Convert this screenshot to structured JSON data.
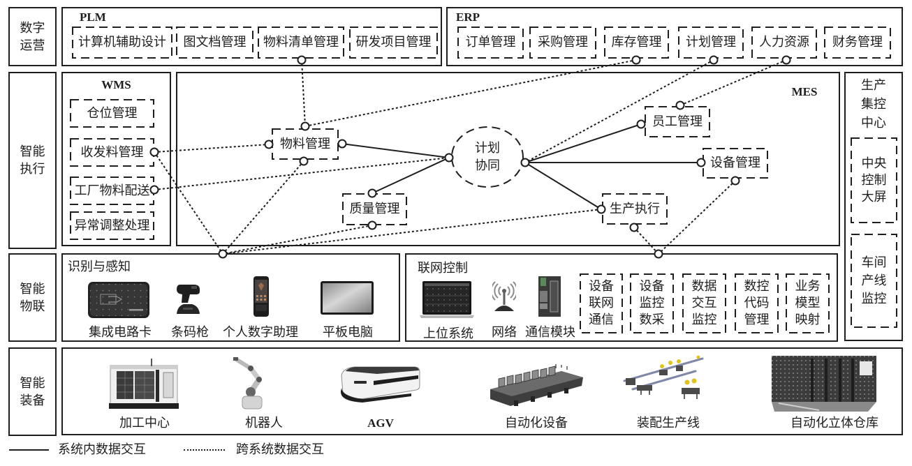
{
  "colors": {
    "stroke": "#1e1e1e",
    "text": "#1e1e1e",
    "background": "#ffffff"
  },
  "layers": [
    {
      "id": "digital-operations",
      "label": "数字\n运营"
    },
    {
      "id": "smart-execution",
      "label": "智能\n执行"
    },
    {
      "id": "smart-iot",
      "label": "智能\n物联"
    },
    {
      "id": "smart-equipment",
      "label": "智能\n装备"
    }
  ],
  "plm": {
    "title": "PLM",
    "modules": [
      {
        "id": "cad",
        "label": "计算机辅助设计"
      },
      {
        "id": "document",
        "label": "图文档管理"
      },
      {
        "id": "bom",
        "label": "物料清单管理"
      },
      {
        "id": "rd-project",
        "label": "研发项目管理"
      }
    ]
  },
  "erp": {
    "title": "ERP",
    "modules": [
      {
        "id": "order",
        "label": "订单管理"
      },
      {
        "id": "purchasing",
        "label": "采购管理"
      },
      {
        "id": "inventory",
        "label": "库存管理"
      },
      {
        "id": "planning",
        "label": "计划管理"
      },
      {
        "id": "hr",
        "label": "人力资源"
      },
      {
        "id": "finance",
        "label": "财务管理"
      }
    ]
  },
  "wms": {
    "title": "WMS",
    "modules": [
      {
        "id": "location",
        "label": "仓位管理"
      },
      {
        "id": "receiving",
        "label": "收发料管理"
      },
      {
        "id": "distribution",
        "label": "工厂物料配送"
      },
      {
        "id": "exception",
        "label": "异常调整处理"
      }
    ]
  },
  "mes": {
    "title": "MES",
    "hub": {
      "id": "planning-coordination",
      "label": "计划\n协同"
    },
    "modules": {
      "material": "物料管理",
      "quality": "质量管理",
      "staff": "员工管理",
      "equipment": "设备管理",
      "production": "生产执行"
    }
  },
  "control_center": {
    "title": "生产\n集控\n中心",
    "modules": [
      {
        "id": "central-screen",
        "label": "中央\n控制\n大屏"
      },
      {
        "id": "line-monitoring",
        "label": "车间\n产线\n监控"
      }
    ]
  },
  "sensing": {
    "title": "识别与感知",
    "devices": [
      {
        "label": "集成电路卡",
        "icon": "ic-card-reader"
      },
      {
        "label": "条码枪",
        "icon": "barcode-scanner"
      },
      {
        "label": "个人数字助理",
        "icon": "pda-phone"
      },
      {
        "label": "平板电脑",
        "icon": "tablet"
      }
    ]
  },
  "network": {
    "title": "联网控制",
    "devices": [
      {
        "label": "上位系统",
        "icon": "host-computer"
      },
      {
        "label": "网络",
        "icon": "wireless-antenna"
      },
      {
        "label": "通信模块",
        "icon": "communication-module"
      }
    ],
    "functions": [
      {
        "id": "device-networking",
        "label": "设备\n联网\n通信"
      },
      {
        "id": "device-monitoring",
        "label": "设备\n监控\n数采"
      },
      {
        "id": "data-exchange",
        "label": "数据\n交互\n监控"
      },
      {
        "id": "nc-code",
        "label": "数控\n代码\n管理"
      },
      {
        "id": "business-model",
        "label": "业务\n模型\n映射"
      }
    ]
  },
  "equipment": {
    "items": [
      {
        "label": "加工中心",
        "icon": "machining-center"
      },
      {
        "label": "机器人",
        "icon": "industrial-robot"
      },
      {
        "label": "AGV",
        "icon": "agv"
      },
      {
        "label": "自动化设备",
        "icon": "automation-equipment"
      },
      {
        "label": "装配生产线",
        "icon": "assembly-line"
      },
      {
        "label": "自动化立体仓库",
        "icon": "automated-warehouse"
      }
    ]
  },
  "connections": [
    {
      "from": "mes-material-right",
      "to": "mes-hub-left",
      "type": "solid"
    },
    {
      "from": "mes-quality-top",
      "to": "mes-hub-left",
      "type": "solid"
    },
    {
      "from": "mes-hub-right",
      "to": "mes-staff-left",
      "type": "solid"
    },
    {
      "from": "mes-hub-right",
      "to": "mes-equipment-left",
      "type": "solid"
    },
    {
      "from": "mes-hub-right",
      "to": "mes-production-left",
      "type": "solid"
    },
    {
      "from": "plm-bom-bottom",
      "to": "mes-material-top",
      "type": "dotted"
    },
    {
      "from": "erp-inventory-bottom",
      "to": "mes-material-top",
      "type": "dotted"
    },
    {
      "from": "erp-planning-bottom",
      "to": "mes-hub-right",
      "type": "dotted"
    },
    {
      "from": "erp-hr-bottom",
      "to": "mes-staff-top",
      "type": "dotted"
    },
    {
      "from": "wms-receiving-right",
      "to": "mes-material-left",
      "type": "dotted"
    },
    {
      "from": "wms-distribution-right",
      "to": "mes-hub-left",
      "type": "dotted"
    },
    {
      "from": "wms-receiving-right",
      "to": "iot-sensing-top",
      "type": "dotted"
    },
    {
      "from": "mes-material-bottom",
      "to": "iot-sensing-top",
      "type": "dotted"
    },
    {
      "from": "mes-quality-bottom",
      "to": "iot-sensing-top",
      "type": "dotted"
    },
    {
      "from": "mes-production-left",
      "to": "iot-sensing-top",
      "type": "dotted"
    },
    {
      "from": "mes-production-bottom",
      "to": "iot-network-top",
      "type": "dotted"
    },
    {
      "from": "mes-equipment-bottom",
      "to": "iot-network-top",
      "type": "dotted"
    }
  ],
  "legend": [
    {
      "type": "solid",
      "label": "系统内数据交互"
    },
    {
      "type": "dotted",
      "label": "跨系统数据交互"
    }
  ]
}
